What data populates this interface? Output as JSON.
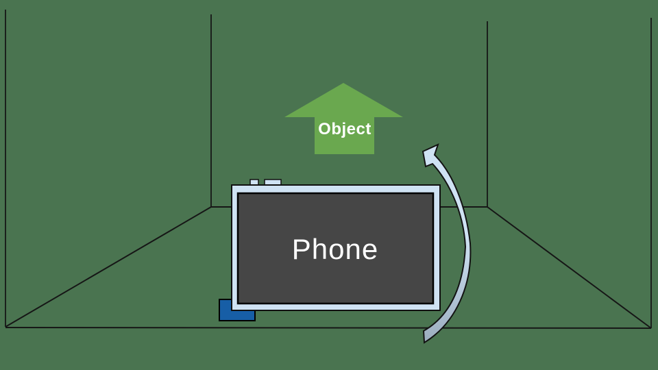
{
  "scene": {
    "description": "Room interior diagram: phone scanning an object upward with rotation arrow",
    "background_color": "#4a7450",
    "line_color": "#161616"
  },
  "object_arrow": {
    "label": "Object",
    "fill_color": "#6aa84f",
    "text_color": "#ffffff"
  },
  "phone": {
    "label": "Phone",
    "frame_color": "#cfe2f3",
    "screen_color": "#464646",
    "border_color": "#101010",
    "text_color": "#ffffff"
  },
  "stand_block": {
    "fill_color": "#175ea6",
    "border_color": "#000000"
  },
  "rotation_arrow": {
    "fill_top_color": "#cfe2f3",
    "fill_bottom_color": "#9aabbd",
    "border_color": "#131313"
  }
}
